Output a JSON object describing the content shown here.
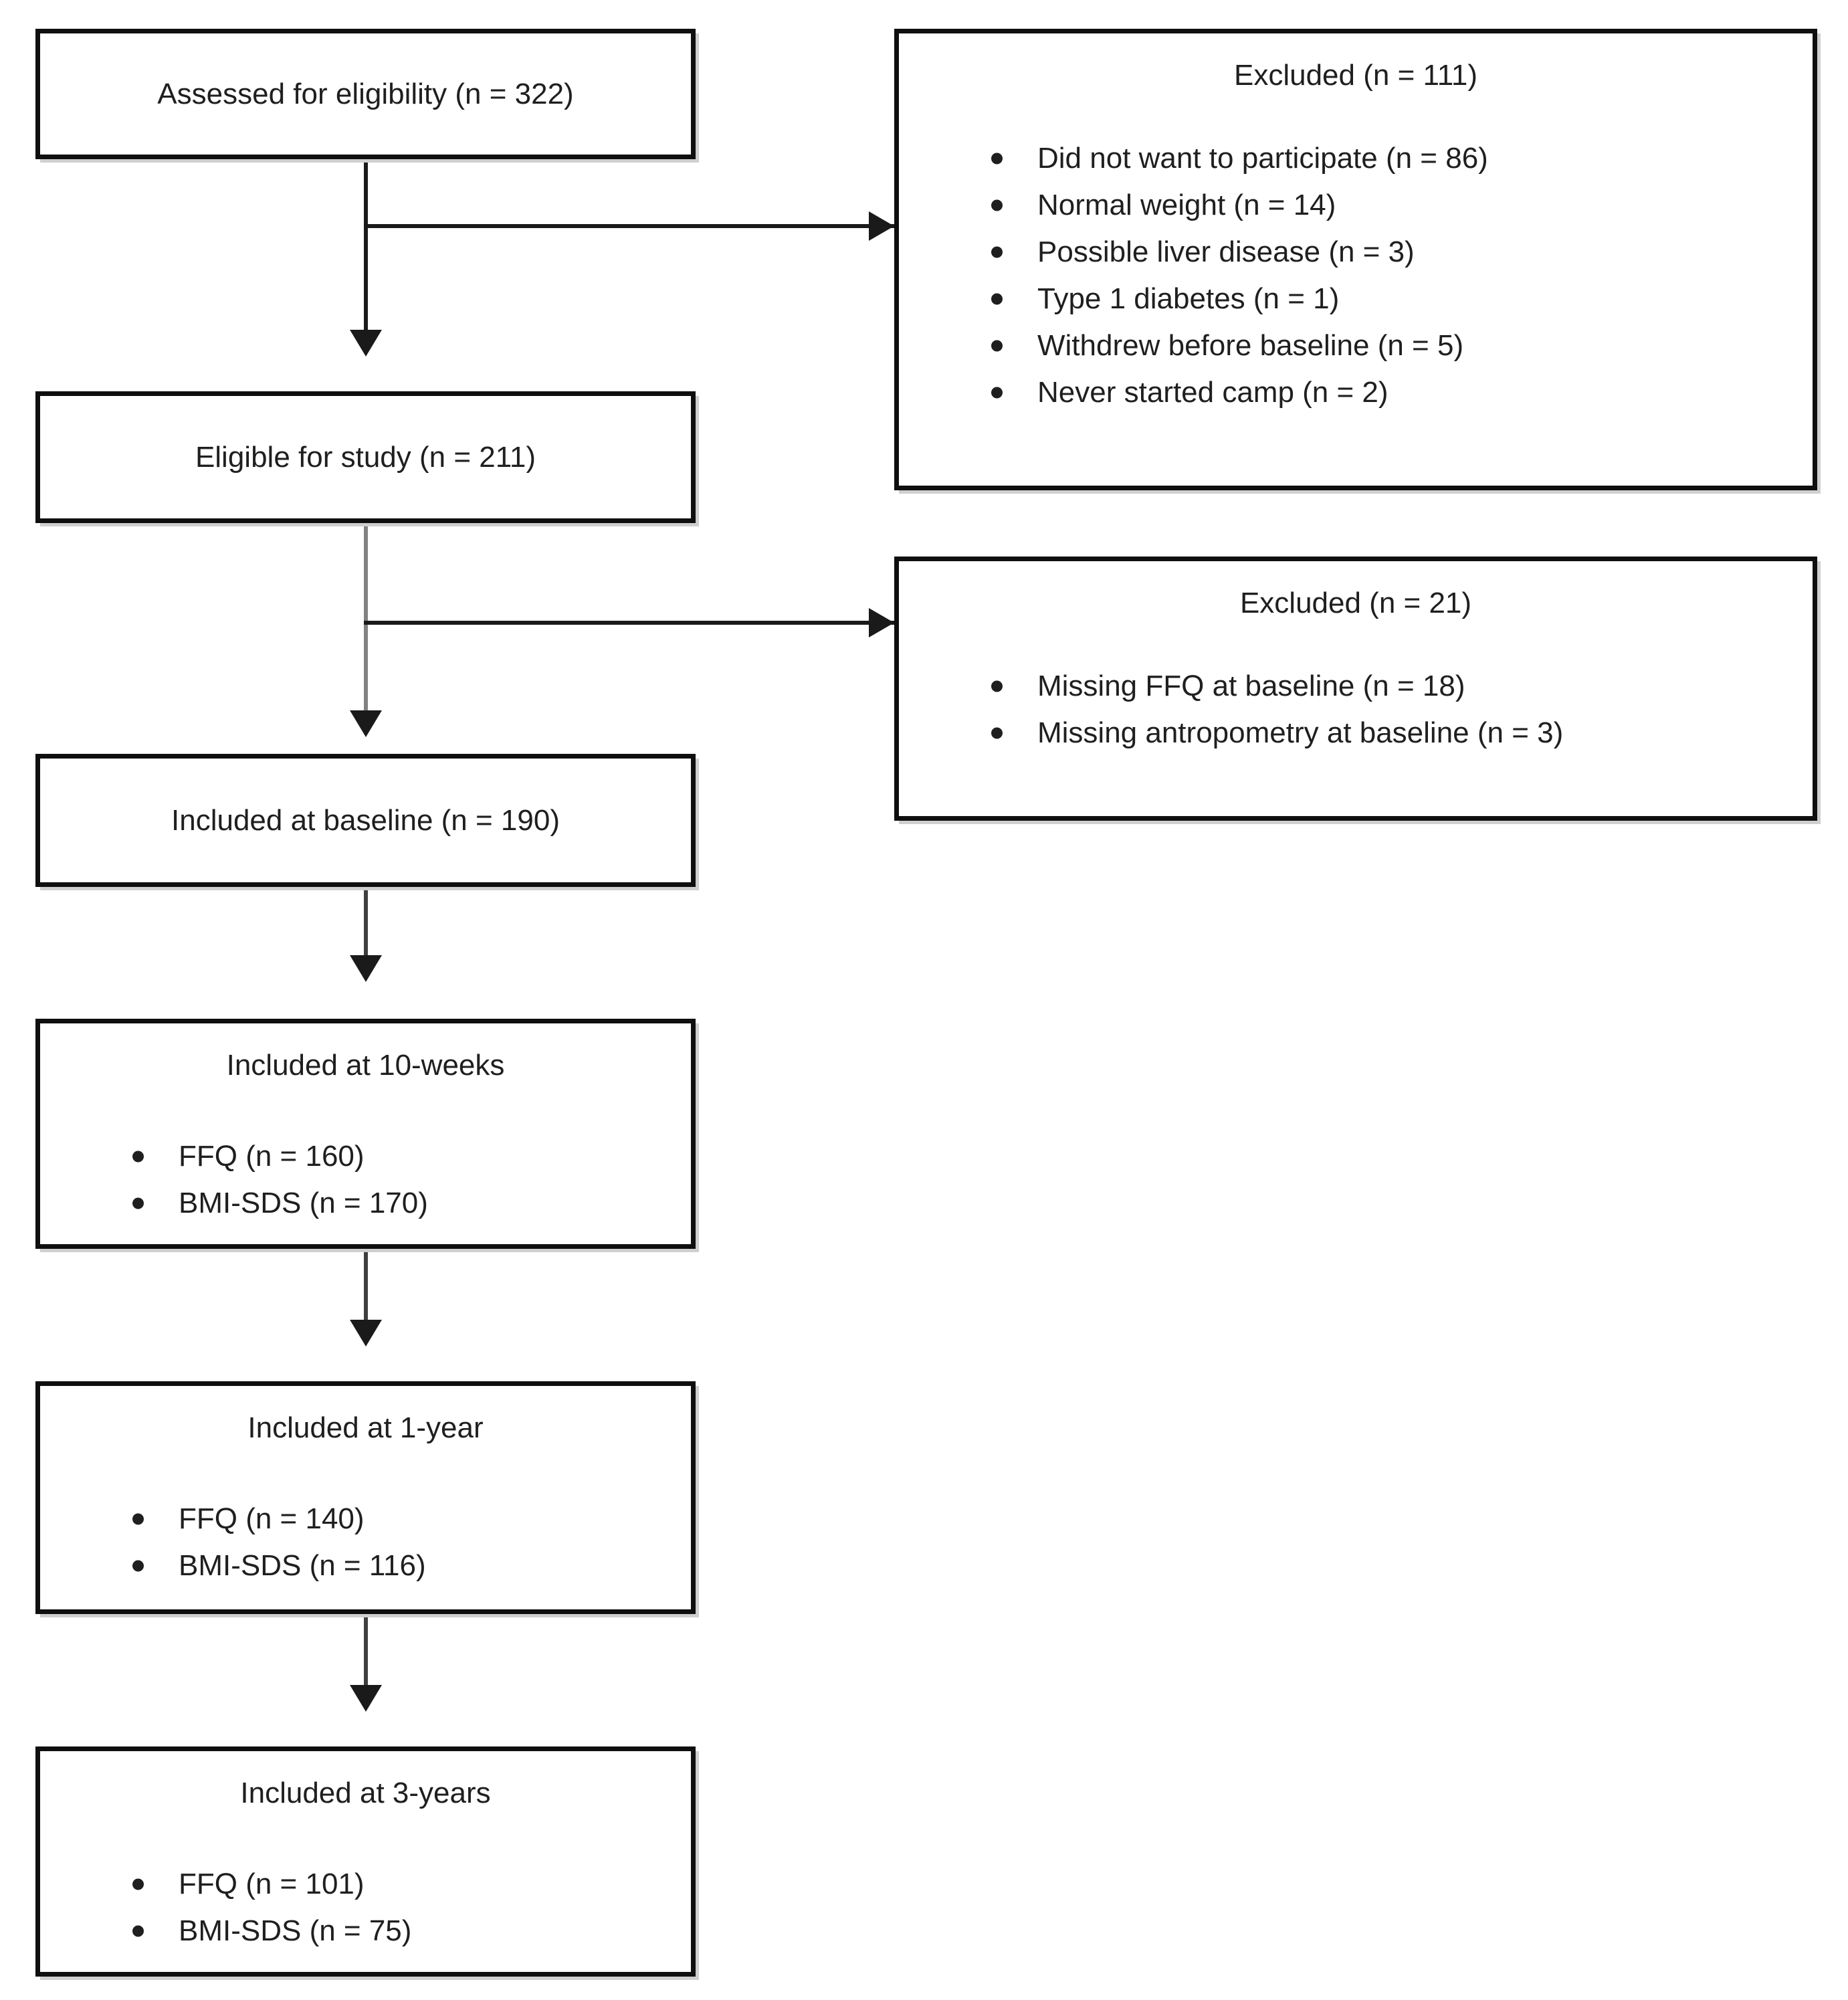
{
  "diagram": {
    "boxes": {
      "assessed": {
        "label": "Assessed for eligibility (n = 322)"
      },
      "excluded_screening": {
        "title": "Excluded (n = 111)",
        "bullets": [
          "Did not want to participate (n = 86)",
          "Normal weight (n = 14)",
          "Possible liver disease (n = 3)",
          "Type 1 diabetes (n = 1)",
          "Withdrew before baseline (n = 5)",
          "Never started camp (n = 2)"
        ]
      },
      "eligible": {
        "label": "Eligible for study (n = 211)"
      },
      "excluded_baseline": {
        "title": "Excluded (n = 21)",
        "bullets": [
          "Missing FFQ at baseline (n = 18)",
          "Missing antropometry at baseline (n = 3)"
        ]
      },
      "baseline": {
        "label": "Included at baseline (n = 190)"
      },
      "ten_weeks": {
        "title": "Included at 10-weeks",
        "bullets": [
          "FFQ (n = 160)",
          "BMI-SDS (n = 170)"
        ]
      },
      "one_year": {
        "title": "Included at 1-year",
        "bullets": [
          "FFQ (n = 140)",
          "BMI-SDS (n = 116)"
        ]
      },
      "three_years": {
        "title": "Included at 3-years",
        "bullets": [
          "FFQ (n = 101)",
          "BMI-SDS (n = 75)"
        ]
      }
    },
    "colors": {
      "background": "#ffffff",
      "border": "#0f0f0f",
      "text": "#1f1f1f",
      "connector_dark": "#1a1a1a",
      "connector_medium": "#3f3f3f",
      "connector_gray": "#828282",
      "shadow": "#cfcfcf"
    }
  }
}
